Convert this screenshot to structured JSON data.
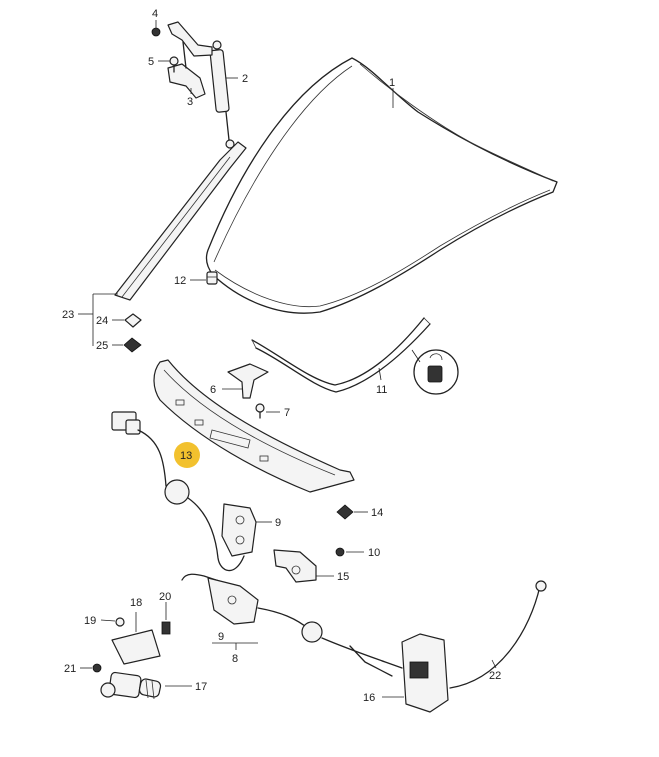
{
  "labels": {
    "p1": "1",
    "p2": "2",
    "p3": "3",
    "p4": "4",
    "p5": "5",
    "p6": "6",
    "p7": "7",
    "p8": "8",
    "p9a": "9",
    "p9b": "9",
    "p10": "10",
    "p11": "11",
    "p12": "12",
    "p13": "13",
    "p14": "14",
    "p15": "15",
    "p16": "16",
    "p17": "17",
    "p18": "18",
    "p19": "19",
    "p20": "20",
    "p21": "21",
    "p22": "22",
    "p23": "23",
    "p24": "24",
    "p25": "25"
  },
  "colors": {
    "highlight": "#f2c12e",
    "ink": "#222222"
  },
  "icons": {
    "clip_detail": "clip-detail-icon"
  }
}
